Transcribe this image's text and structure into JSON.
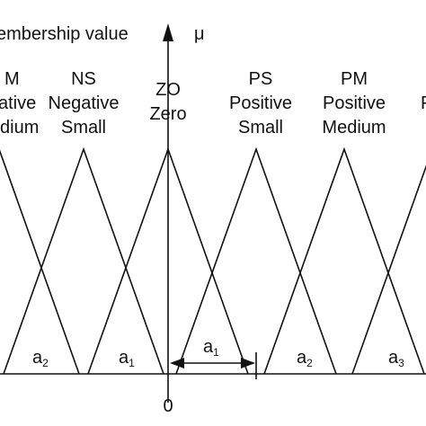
{
  "axis": {
    "y_label": "embership value",
    "y_symbol": "μ",
    "origin_label": "0"
  },
  "sets": [
    {
      "code": "M",
      "line1": "ative",
      "line2": "dium"
    },
    {
      "code": "NS",
      "line1": "Negative",
      "line2": "Small"
    },
    {
      "code": "ZO",
      "line1": "Zero",
      "line2": ""
    },
    {
      "code": "PS",
      "line1": "Positive",
      "line2": "Small"
    },
    {
      "code": "PM",
      "line1": "Positive",
      "line2": "Medium"
    },
    {
      "code": "P",
      "line1": "",
      "line2": ""
    }
  ],
  "intervals": {
    "left": [
      {
        "letter": "a",
        "index": "2"
      },
      {
        "letter": "a",
        "index": "1"
      }
    ],
    "right": [
      {
        "letter": "a",
        "index": "1"
      },
      {
        "letter": "a",
        "index": "2"
      },
      {
        "letter": "a",
        "index": "3"
      }
    ]
  },
  "colors": {
    "ink": "#111111",
    "background": "#ffffff"
  }
}
